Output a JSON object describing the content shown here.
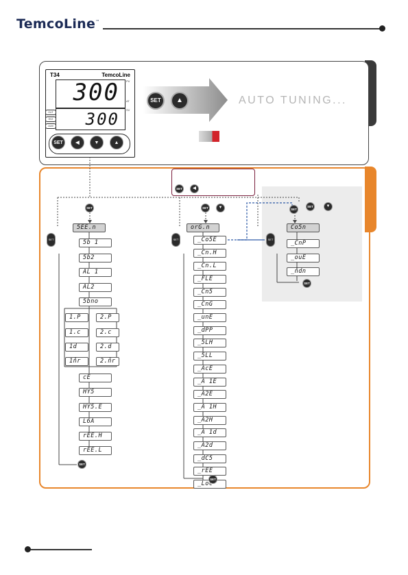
{
  "header": {
    "brand": "TemcoLine",
    "tm": "™"
  },
  "device": {
    "model": "T34",
    "brand": "TemcoLine",
    "pv_label": "PV",
    "sv_label": "SV",
    "at_label": "AT",
    "pv_value": "300",
    "sv_value": "300",
    "indicators": [
      "OUT",
      "EV2",
      "ALM"
    ],
    "buttons": {
      "set": "SET"
    }
  },
  "top": {
    "set_label": "SET",
    "auto_tuning": "AUTO TUNING..."
  },
  "callout": {
    "set_label": "SET"
  },
  "menus": {
    "col1": {
      "head": "5EE.n",
      "items": [
        "5b 1",
        "5b2",
        "AL 1",
        "AL2",
        "5bno"
      ],
      "pairs": [
        [
          "1.P",
          "2.P"
        ],
        [
          "1.c",
          "2.c"
        ],
        [
          "1d",
          "2.d"
        ],
        [
          "1ňr",
          "2.ňr"
        ]
      ],
      "items2": [
        "cE",
        "HY5",
        "HY5.E",
        "L6A",
        "rEE.H",
        "rEE.L"
      ]
    },
    "col2": {
      "head": "orG.n",
      "items": [
        "_Co5E",
        "_Cn.H",
        "_Cn.L",
        "_FLE",
        "_Cn5",
        "_CnG",
        "_unE",
        "_dPP",
        "_5LH",
        "_5LL",
        "_AcE",
        "_A 1E",
        "_A2E",
        "_A 1H",
        "_A2H",
        "_A 1d",
        "_A2d",
        "_dC5",
        "_rEE",
        "_Loc"
      ]
    },
    "col3": {
      "head": "Co5n",
      "items": [
        "_CnP",
        "_ouE",
        "_ňdn"
      ]
    }
  }
}
